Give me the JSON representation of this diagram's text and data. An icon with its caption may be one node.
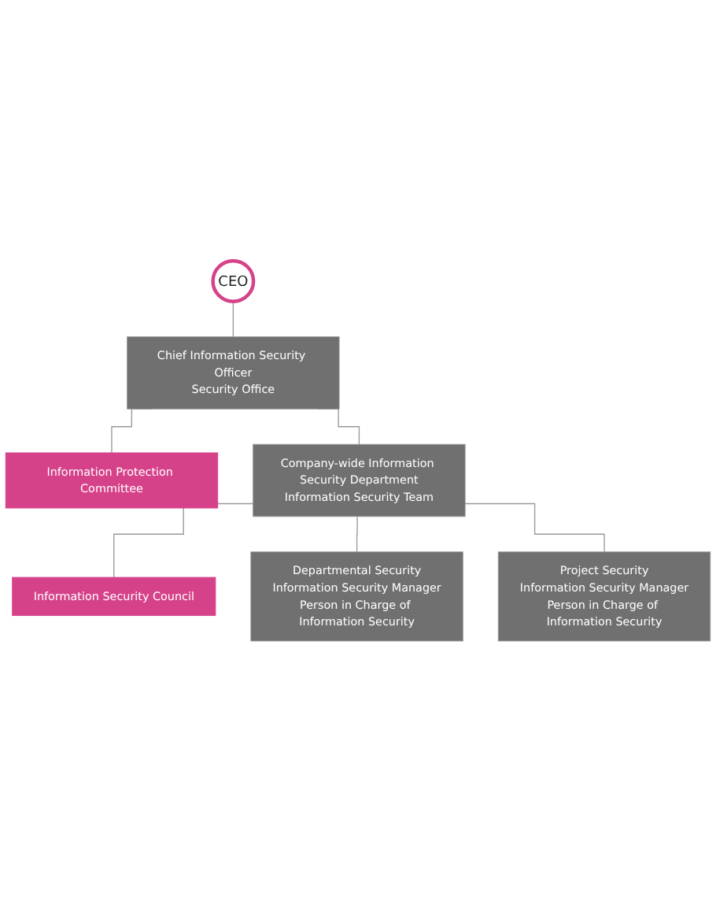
{
  "diagram": {
    "nodes": [
      {
        "text": [
          "CEO"
        ]
      },
      {
        "text": [
          "Chief Information Security Officer",
          "Security Office"
        ]
      },
      {
        "text": [
          "Information Protection Committee"
        ]
      },
      {
        "text": [
          "Company-wide Information Security Department",
          "Information Security Team"
        ]
      },
      {
        "text": [
          "Information Security Council"
        ]
      },
      {
        "text": [
          "Departmental Security",
          "Information Security Manager",
          "Person in Charge of Information Security"
        ]
      },
      {
        "text": [
          "Project Security",
          "Information Security Manager",
          "Person in Charge of Information Security"
        ]
      }
    ],
    "edges": [
      {
        "from": 0,
        "to": 1,
        "arrow": "none"
      },
      {
        "from": 1,
        "to": 2,
        "arrow": "none"
      },
      {
        "from": 1,
        "to": 3,
        "arrow": "none"
      },
      {
        "from": 3,
        "to": 4,
        "arrow": "none"
      },
      {
        "from": 3,
        "to": 5,
        "arrow": "none"
      },
      {
        "from": 3,
        "to": 6,
        "arrow": "none"
      }
    ]
  }
}
